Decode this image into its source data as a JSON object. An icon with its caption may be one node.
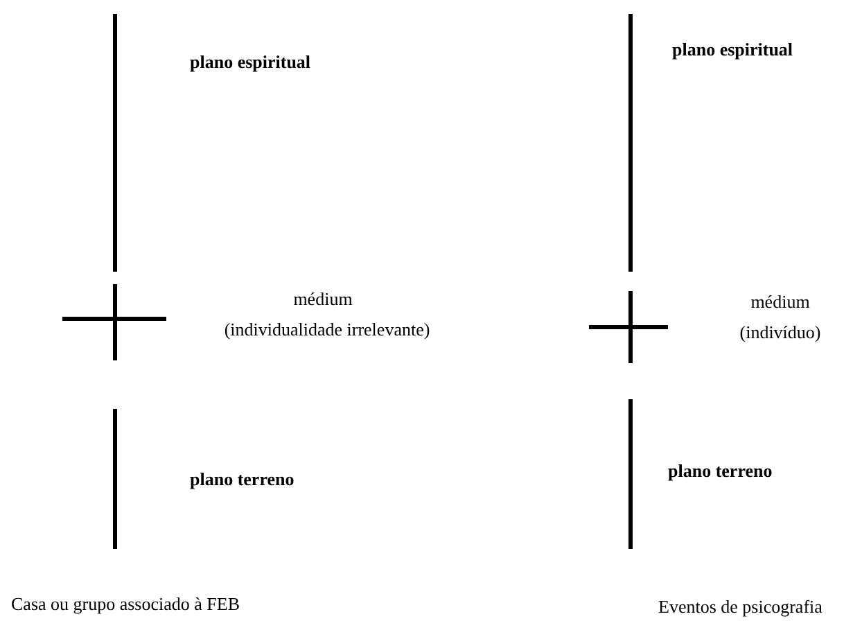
{
  "diagram": {
    "labels": [
      "plano espiritual",
      "plano espiritual",
      "médium",
      "médium",
      "(individualidade irrelevante)",
      "(indivíduo)",
      "plano terreno",
      "plano terreno",
      "Casa ou grupo associado à FEB",
      "Eventos de psicografia"
    ]
  }
}
